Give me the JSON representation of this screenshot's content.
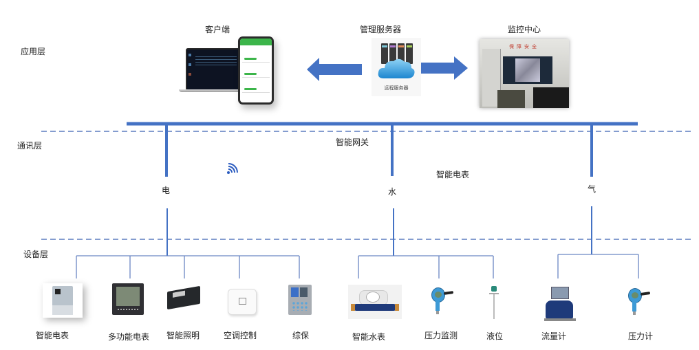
{
  "layers": {
    "application": "应用层",
    "communication": "通讯层",
    "device": "设备层"
  },
  "application_layer": {
    "client": {
      "title": "客户端",
      "icon": "laptop-phone-image"
    },
    "server": {
      "title": "管理服务器",
      "caption": "远程服务器",
      "icon": "cloud-server-image"
    },
    "monitor_center": {
      "title": "监控中心",
      "sign_text": "保障安全",
      "icon": "monitor-room-photo"
    },
    "arrows": [
      "left-arrow-server-to-client",
      "right-arrow-server-to-monitor"
    ]
  },
  "communication_layer": {
    "gateway_label": "智能网关",
    "meter_label": "智能电表",
    "wireless_icon": "wifi-signal-icon",
    "branches": [
      {
        "key": "electricity",
        "label": "电"
      },
      {
        "key": "water",
        "label": "水"
      },
      {
        "key": "gas",
        "label": "气"
      }
    ]
  },
  "device_layer": {
    "electricity": [
      {
        "label": "智能电表",
        "icon": "smart-meter-image"
      },
      {
        "label": "多功能电表",
        "icon": "multifunction-meter-image"
      },
      {
        "label": "智能照明",
        "icon": "smart-lighting-module-image"
      },
      {
        "label": "空调控制",
        "icon": "ac-controller-image"
      },
      {
        "label": "综保",
        "icon": "protection-relay-image"
      }
    ],
    "water": [
      {
        "label": "智能水表",
        "icon": "water-meter-image"
      },
      {
        "label": "压力监测",
        "icon": "pressure-transmitter-image"
      },
      {
        "label": "液位",
        "icon": "level-sensor-image"
      }
    ],
    "gas": [
      {
        "label": "流量计",
        "icon": "flowmeter-image"
      },
      {
        "label": "压力计",
        "icon": "pressure-gauge-image"
      }
    ]
  },
  "colors": {
    "line": "#4472C4",
    "dash": "#5b7bbf",
    "branch": "#6a86c4"
  }
}
